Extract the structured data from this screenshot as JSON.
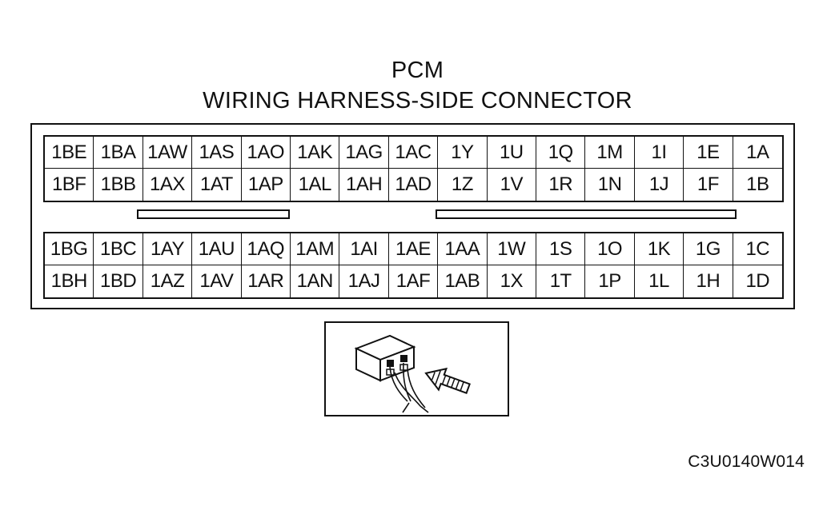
{
  "title": {
    "line1": "PCM",
    "line2": "WIRING HARNESS-SIDE CONNECTOR"
  },
  "connector": {
    "upper_block": [
      [
        "1BE",
        "1BA",
        "1AW",
        "1AS",
        "1AO",
        "1AK",
        "1AG",
        "1AC",
        "1Y",
        "1U",
        "1Q",
        "1M",
        "1I",
        "1E",
        "1A"
      ],
      [
        "1BF",
        "1BB",
        "1AX",
        "1AT",
        "1AP",
        "1AL",
        "1AH",
        "1AD",
        "1Z",
        "1V",
        "1R",
        "1N",
        "1J",
        "1F",
        "1B"
      ]
    ],
    "lower_block": [
      [
        "1BG",
        "1BC",
        "1AY",
        "1AU",
        "1AQ",
        "1AM",
        "1AI",
        "1AE",
        "1AA",
        "1W",
        "1S",
        "1O",
        "1K",
        "1G",
        "1C"
      ],
      [
        "1BH",
        "1BD",
        "1AZ",
        "1AV",
        "1AR",
        "1AN",
        "1AJ",
        "1AF",
        "1AB",
        "1X",
        "1T",
        "1P",
        "1L",
        "1H",
        "1D"
      ]
    ]
  },
  "illustration": {
    "icon": "connector-backprobe-arrow-icon"
  },
  "figure_code": "C3U0140W014"
}
